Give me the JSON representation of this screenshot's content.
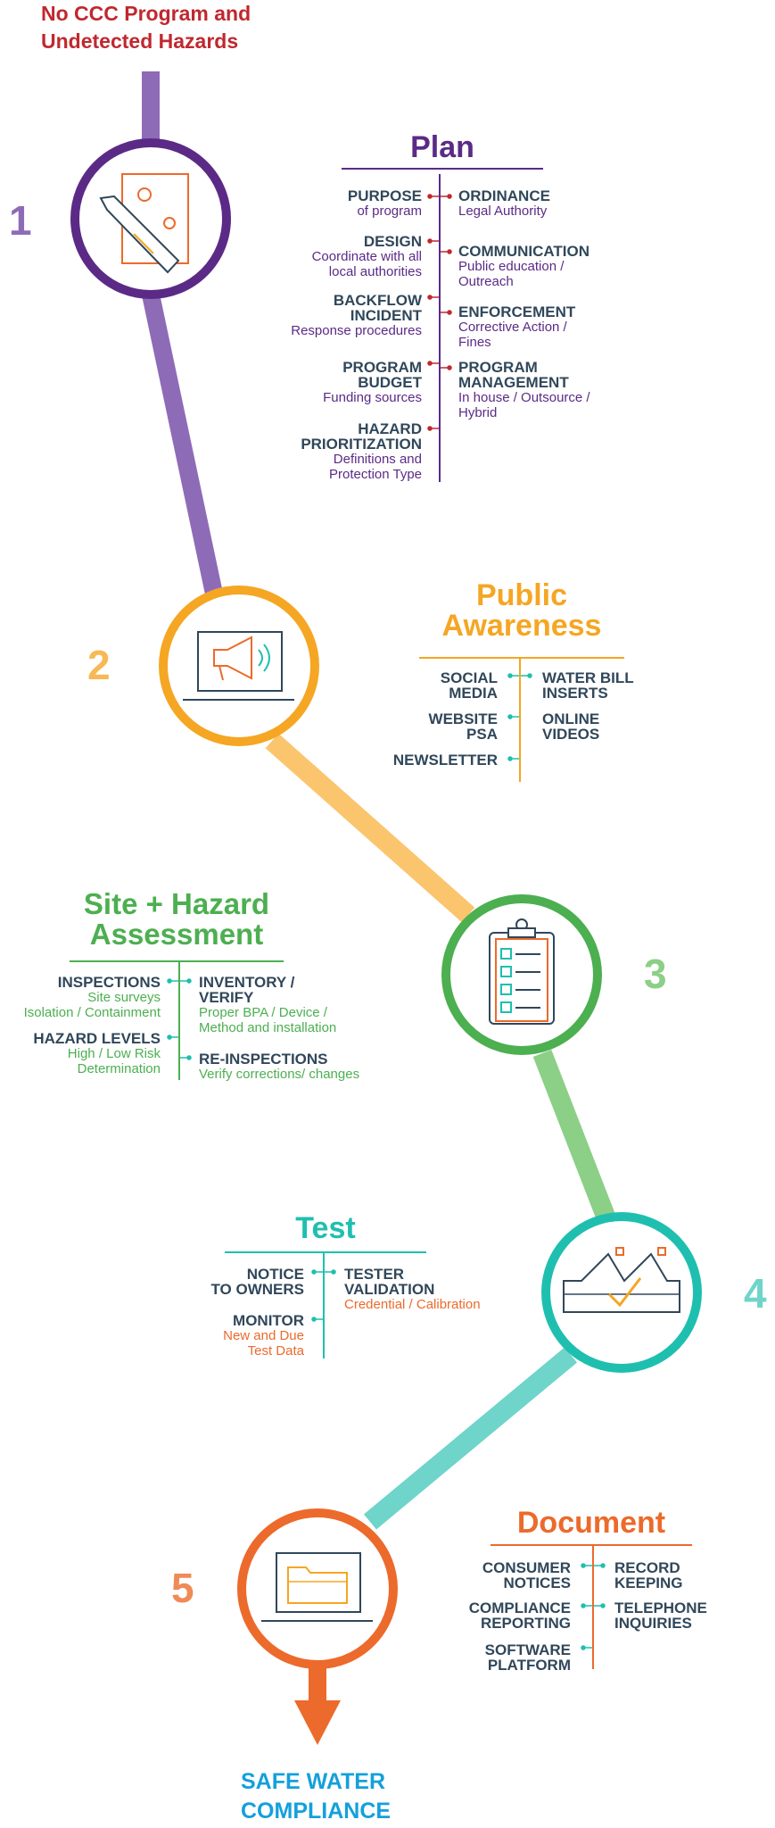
{
  "intro": {
    "line1": "No CCC Program and",
    "line2": "Undetected Hazards"
  },
  "outro": {
    "line1": "SAFE WATER",
    "line2": "COMPLIANCE"
  },
  "colors": {
    "plan": "#5b2a86",
    "awareness": "#f5a623",
    "assessment": "#4caf50",
    "test": "#1fbfb0",
    "document": "#ec6a2b",
    "navy": "#30475a",
    "intro": "#c0282f",
    "final": "#14a0dc"
  },
  "steps": [
    {
      "number": "1",
      "title": "Plan",
      "icon": "pencil-and-gears-icon",
      "left": [
        {
          "head": [
            "PURPOSE"
          ],
          "sub": [
            "of program"
          ]
        },
        {
          "head": [
            "DESIGN"
          ],
          "sub": [
            "Coordinate with all",
            "local authorities"
          ]
        },
        {
          "head": [
            "BACKFLOW",
            "INCIDENT"
          ],
          "sub": [
            "Response procedures"
          ]
        },
        {
          "head": [
            "PROGRAM",
            "BUDGET"
          ],
          "sub": [
            "Funding sources"
          ]
        },
        {
          "head": [
            "HAZARD",
            "PRIORITIZATION"
          ],
          "sub": [
            "Definitions and",
            "Protection Type"
          ]
        }
      ],
      "right": [
        {
          "head": [
            "ORDINANCE"
          ],
          "sub": [
            "Legal Authority"
          ]
        },
        {
          "head": [
            "COMMUNICATION"
          ],
          "sub": [
            "Public education /",
            "Outreach"
          ]
        },
        {
          "head": [
            "ENFORCEMENT"
          ],
          "sub": [
            "Corrective Action /",
            "Fines"
          ]
        },
        {
          "head": [
            "PROGRAM",
            "MANAGEMENT"
          ],
          "sub": [
            "In house / Outsource /",
            "Hybrid"
          ]
        }
      ]
    },
    {
      "number": "2",
      "title_lines": [
        "Public",
        "Awareness"
      ],
      "icon": "megaphone-laptop-icon",
      "left": [
        {
          "head": [
            "SOCIAL",
            "MEDIA"
          ]
        },
        {
          "head": [
            "WEBSITE",
            "PSA"
          ]
        },
        {
          "head": [
            "NEWSLETTER"
          ]
        }
      ],
      "right": [
        {
          "head": [
            "WATER BILL",
            "INSERTS"
          ]
        },
        {
          "head": [
            "ONLINE",
            "VIDEOS"
          ]
        }
      ]
    },
    {
      "number": "3",
      "title_lines": [
        "Site + Hazard",
        "Assessment"
      ],
      "icon": "clipboard-checklist-icon",
      "left": [
        {
          "head": [
            "INSPECTIONS"
          ],
          "sub": [
            "Site surveys",
            "Isolation / Containment"
          ]
        },
        {
          "head": [
            "HAZARD LEVELS"
          ],
          "sub": [
            "High / Low Risk",
            "Determination"
          ]
        }
      ],
      "right": [
        {
          "head": [
            "INVENTORY /",
            "VERIFY"
          ],
          "sub": [
            "Proper BPA / Device /",
            "Method and installation"
          ]
        },
        {
          "head": [
            "RE-INSPECTIONS"
          ],
          "sub": [
            "Verify corrections/ changes"
          ]
        }
      ]
    },
    {
      "number": "4",
      "title": "Test",
      "icon": "backflow-valve-check-icon",
      "left": [
        {
          "head": [
            "NOTICE",
            "TO OWNERS"
          ]
        },
        {
          "head": [
            "MONITOR"
          ],
          "sub": [
            "New and Due",
            "Test Data"
          ]
        }
      ],
      "right": [
        {
          "head": [
            "TESTER",
            "VALIDATION"
          ],
          "sub": [
            "Credential / Calibration"
          ]
        }
      ]
    },
    {
      "number": "5",
      "title": "Document",
      "icon": "folder-laptop-icon",
      "left": [
        {
          "head": [
            "CONSUMER",
            "NOTICES"
          ]
        },
        {
          "head": [
            "COMPLIANCE",
            "REPORTING"
          ]
        },
        {
          "head": [
            "SOFTWARE",
            "PLATFORM"
          ]
        }
      ],
      "right": [
        {
          "head": [
            "RECORD",
            "KEEPING"
          ]
        },
        {
          "head": [
            "TELEPHONE",
            "INQUIRIES"
          ]
        }
      ]
    }
  ]
}
